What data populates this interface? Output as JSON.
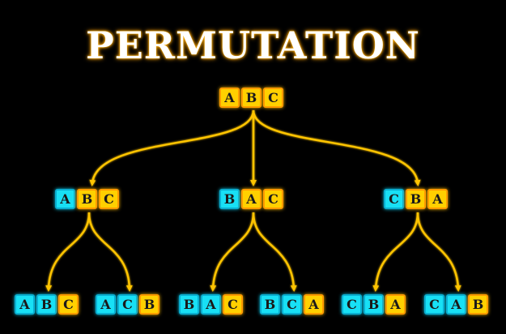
{
  "title": "PERMUTATION",
  "colors": {
    "fixed": "#18e0f5",
    "free": "#ffd000",
    "arrow": "#ffc400"
  },
  "tree": {
    "root": {
      "letters": [
        {
          "char": "A",
          "color": "yellow"
        },
        {
          "char": "B",
          "color": "yellow"
        },
        {
          "char": "C",
          "color": "yellow"
        }
      ]
    },
    "level1": [
      {
        "letters": [
          {
            "char": "A",
            "color": "cyan"
          },
          {
            "char": "B",
            "color": "yellow"
          },
          {
            "char": "C",
            "color": "yellow"
          }
        ]
      },
      {
        "letters": [
          {
            "char": "B",
            "color": "cyan"
          },
          {
            "char": "A",
            "color": "yellow"
          },
          {
            "char": "C",
            "color": "yellow"
          }
        ]
      },
      {
        "letters": [
          {
            "char": "C",
            "color": "cyan"
          },
          {
            "char": "B",
            "color": "yellow"
          },
          {
            "char": "A",
            "color": "yellow"
          }
        ]
      }
    ],
    "level2": [
      {
        "letters": [
          {
            "char": "A",
            "color": "cyan"
          },
          {
            "char": "B",
            "color": "cyan"
          },
          {
            "char": "C",
            "color": "yellow"
          }
        ]
      },
      {
        "letters": [
          {
            "char": "A",
            "color": "cyan"
          },
          {
            "char": "C",
            "color": "cyan"
          },
          {
            "char": "B",
            "color": "yellow"
          }
        ]
      },
      {
        "letters": [
          {
            "char": "B",
            "color": "cyan"
          },
          {
            "char": "A",
            "color": "cyan"
          },
          {
            "char": "C",
            "color": "yellow"
          }
        ]
      },
      {
        "letters": [
          {
            "char": "B",
            "color": "cyan"
          },
          {
            "char": "C",
            "color": "cyan"
          },
          {
            "char": "A",
            "color": "yellow"
          }
        ]
      },
      {
        "letters": [
          {
            "char": "C",
            "color": "cyan"
          },
          {
            "char": "B",
            "color": "cyan"
          },
          {
            "char": "A",
            "color": "yellow"
          }
        ]
      },
      {
        "letters": [
          {
            "char": "C",
            "color": "cyan"
          },
          {
            "char": "A",
            "color": "cyan"
          },
          {
            "char": "B",
            "color": "yellow"
          }
        ]
      }
    ]
  }
}
